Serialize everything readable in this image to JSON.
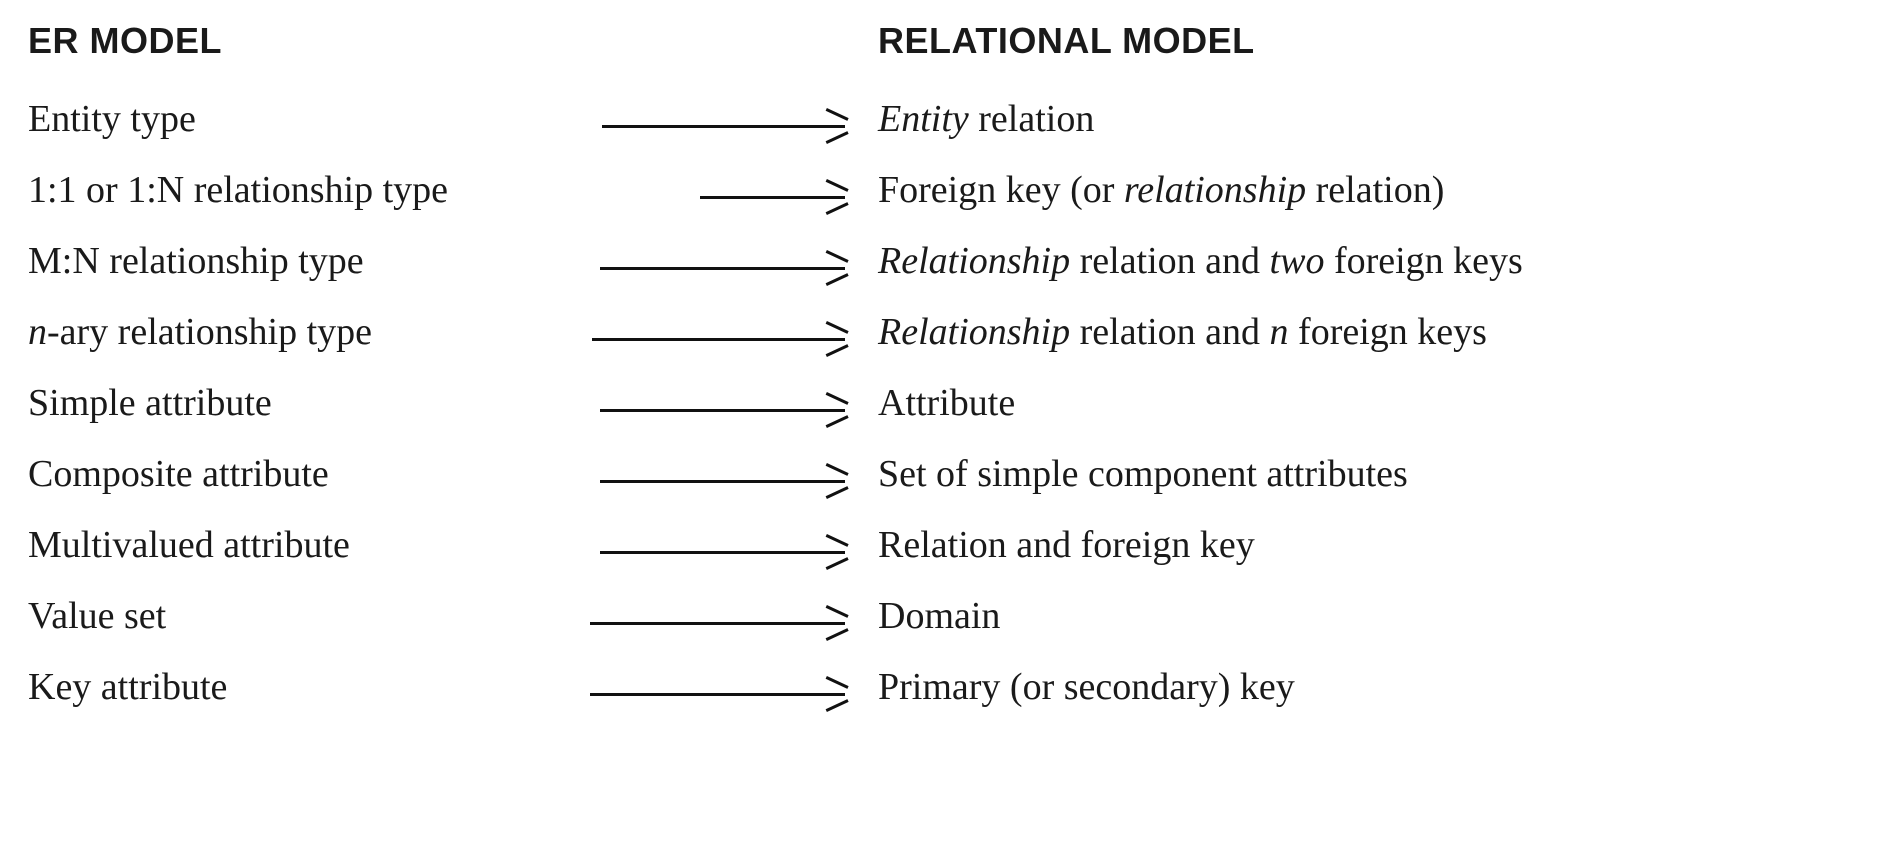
{
  "headers": {
    "left": "ER MODEL",
    "right": "RELATIONAL MODEL"
  },
  "colors": {
    "text": "#1a1a1a",
    "arrow": "#111111",
    "background": "#ffffff"
  },
  "rows": [
    {
      "er": "Entity type",
      "er_html": "Entity type",
      "relational": "Entity relation",
      "relational_html": "<em>Entity</em> relation",
      "arrow_start": 602,
      "arrow_end": 845
    },
    {
      "er": "1:1 or 1:N relationship type",
      "er_html": "1:1 or 1:N relationship type",
      "relational": "Foreign key (or relationship relation)",
      "relational_html": "Foreign key (or <em>relationship</em> relation)",
      "arrow_start": 700,
      "arrow_end": 845
    },
    {
      "er": "M:N relationship type",
      "er_html": "M:N relationship type",
      "relational": "Relationship relation and two foreign keys",
      "relational_html": "<em>Relationship</em> relation and <em>two</em> foreign keys",
      "arrow_start": 600,
      "arrow_end": 845
    },
    {
      "er": "n-ary relationship type",
      "er_html": "<em>n</em>-ary relationship type",
      "relational": "Relationship relation and n foreign keys",
      "relational_html": "<em>Relationship</em> relation and <em>n</em> foreign keys",
      "arrow_start": 592,
      "arrow_end": 845
    },
    {
      "er": "Simple attribute",
      "er_html": "Simple attribute",
      "relational": "Attribute",
      "relational_html": "Attribute",
      "arrow_start": 600,
      "arrow_end": 845
    },
    {
      "er": "Composite attribute",
      "er_html": "Composite attribute",
      "relational": "Set of simple component attributes",
      "relational_html": "Set of simple component attributes",
      "arrow_start": 600,
      "arrow_end": 845
    },
    {
      "er": "Multivalued attribute",
      "er_html": "Multivalued attribute",
      "relational": "Relation and foreign key",
      "relational_html": "Relation and foreign key",
      "arrow_start": 600,
      "arrow_end": 845
    },
    {
      "er": "Value set",
      "er_html": "Value set",
      "relational": "Domain",
      "relational_html": "Domain",
      "arrow_start": 590,
      "arrow_end": 845
    },
    {
      "er": "Key attribute",
      "er_html": "Key attribute",
      "relational": "Primary (or secondary) key",
      "relational_html": "Primary (or secondary) key",
      "arrow_start": 590,
      "arrow_end": 845
    }
  ]
}
